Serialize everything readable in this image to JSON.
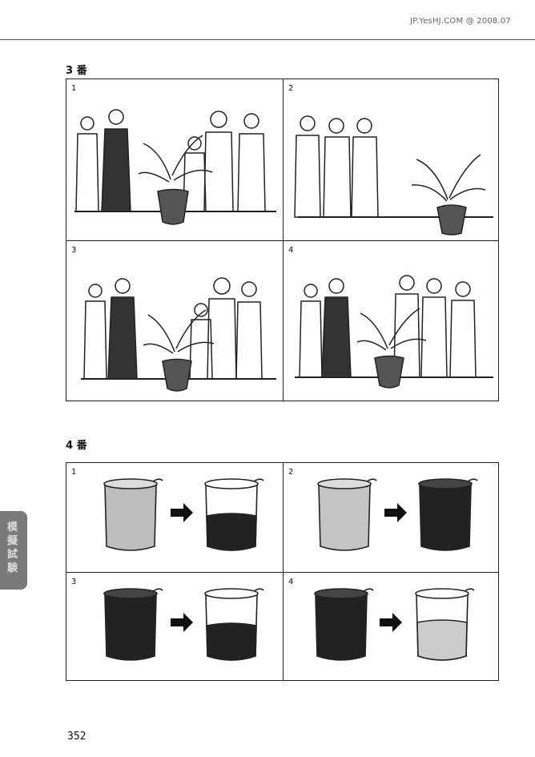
{
  "watermark": "JP.YesHJ.COM @ 2008.07",
  "side_tab": "模擬試験",
  "page_number": "352",
  "section3": {
    "title": "3 番",
    "panels": [
      {
        "number": "1"
      },
      {
        "number": "2"
      },
      {
        "number": "3"
      },
      {
        "number": "4"
      }
    ]
  },
  "section4": {
    "title": "4 番",
    "panels": [
      {
        "number": "1"
      },
      {
        "number": "2"
      },
      {
        "number": "3"
      },
      {
        "number": "4"
      }
    ]
  }
}
